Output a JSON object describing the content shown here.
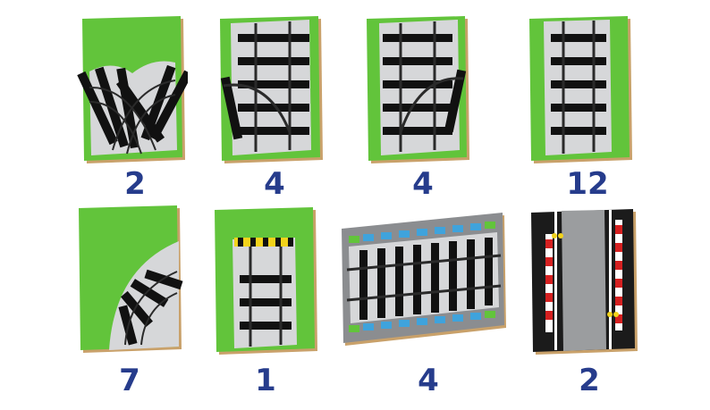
{
  "colors": {
    "grass": "#62c43b",
    "ballast": "#d6d7d9",
    "sleeper": "#111111",
    "count_text": "#263c8c",
    "platform_gray": "#8b8d90",
    "platform_blue": "#3fa3dc",
    "road_gray": "#9b9d9f",
    "asphalt": "#1b1b1b"
  },
  "tiles": [
    {
      "piece": "double-curve-switch",
      "count": "2"
    },
    {
      "piece": "left-switch",
      "count": "4"
    },
    {
      "piece": "right-switch",
      "count": "4"
    },
    {
      "piece": "straight-track",
      "count": "12"
    },
    {
      "piece": "curve-track",
      "count": "7"
    },
    {
      "piece": "track-end-buffer",
      "count": "1"
    },
    {
      "piece": "station-platform",
      "count": "4"
    },
    {
      "piece": "level-crossing",
      "count": "2"
    }
  ]
}
